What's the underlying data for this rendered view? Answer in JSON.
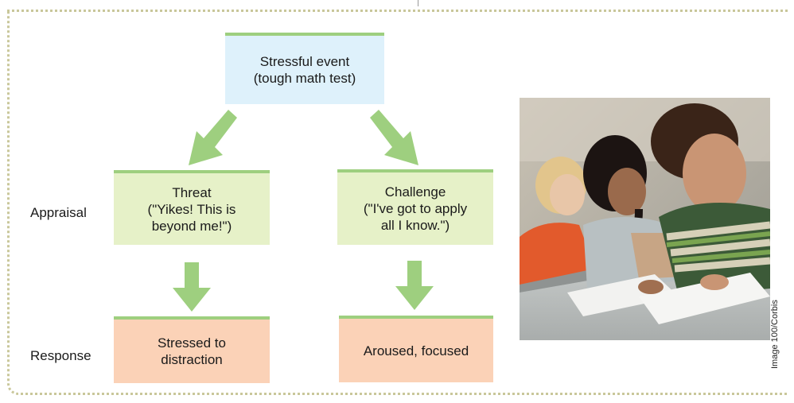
{
  "diagram": {
    "event": "Stressful event\n(tough math test)",
    "threat": "Threat\n(\"Yikes! This is\nbeyond me!\")",
    "challenge": "Challenge\n(\"I've got to apply\nall I know.\")",
    "stressed": "Stressed to\ndistraction",
    "aroused": "Aroused, focused",
    "appraisal_label": "Appraisal",
    "response_label": "Response"
  },
  "photo": {
    "credit": "Image 100/Corbis"
  },
  "colors": {
    "event_box": "#def1fb",
    "appraisal_box": "#e6f1c8",
    "response_box": "#fbd2b7",
    "arrow": "#9ecf7f"
  }
}
